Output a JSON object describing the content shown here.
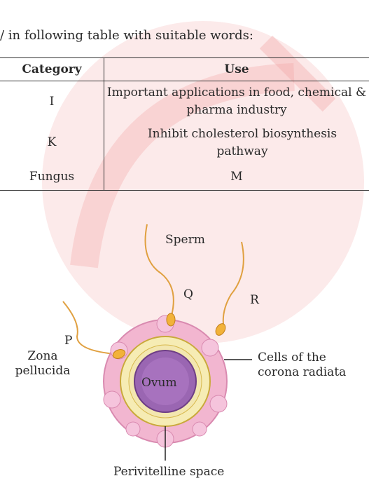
{
  "intro_text": "/ in following table with suitable words:",
  "table": {
    "headers": [
      "Category",
      "Use"
    ],
    "rows": [
      {
        "category": "I",
        "use": "Important applications in food, chemical & pharma industry"
      },
      {
        "category": "K",
        "use": "Inhibit cholesterol biosynthesis pathway"
      },
      {
        "category": "Fungus",
        "use": "M"
      }
    ]
  },
  "figure": {
    "sperm": "Sperm",
    "q": "Q",
    "r": "R",
    "p": "P",
    "zona_line1": "Zona",
    "zona_line2": "pellucida",
    "ovum": "Ovum",
    "corona_line1": "Cells of the",
    "corona_line2": "corona radiata",
    "perivitelline": "Perivitelline space"
  },
  "colors": {
    "watermark": "#f4b4b4",
    "corona": "#f2b6d0",
    "zona": "#f6ecb4",
    "ovum": "#9a66b2",
    "sperm": "#e8a63a"
  }
}
